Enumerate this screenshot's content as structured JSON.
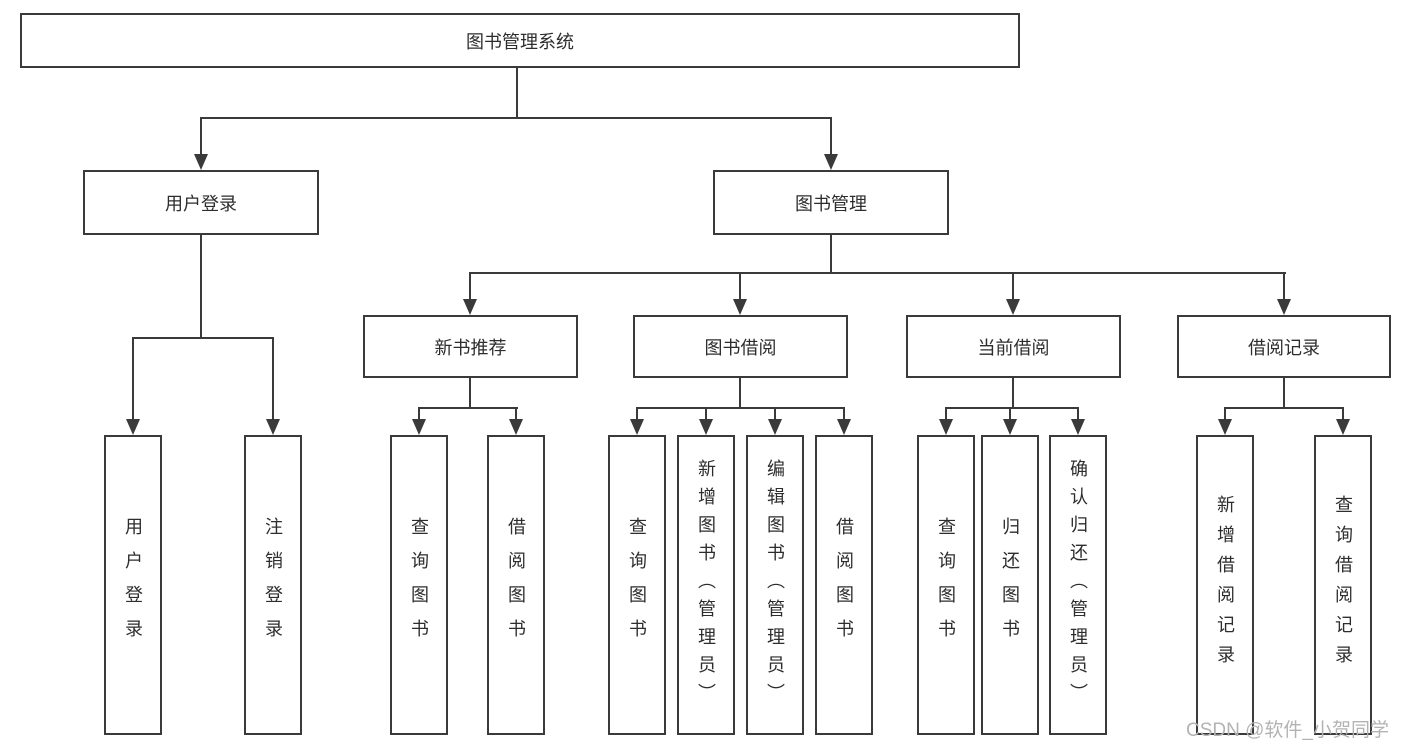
{
  "colors": {
    "line": "#3a3a3a",
    "border": "#3a3a3a",
    "text": "#2d2d2d",
    "watermark": "#b3b3b3",
    "background": "#ffffff"
  },
  "tree": {
    "root": {
      "label": "图书管理系统",
      "children": [
        {
          "label": "用户登录",
          "children": [
            {
              "label": "用户登录"
            },
            {
              "label": "注销登录"
            }
          ]
        },
        {
          "label": "图书管理",
          "children": [
            {
              "label": "新书推荐",
              "children": [
                {
                  "label": "查询图书"
                },
                {
                  "label": "借阅图书"
                }
              ]
            },
            {
              "label": "图书借阅",
              "children": [
                {
                  "label": "查询图书"
                },
                {
                  "label": "新增图书（管理员）"
                },
                {
                  "label": "编辑图书（管理员）"
                },
                {
                  "label": "借阅图书"
                }
              ]
            },
            {
              "label": "当前借阅",
              "children": [
                {
                  "label": "查询图书"
                },
                {
                  "label": "归还图书"
                },
                {
                  "label": "确认归还（管理员）"
                }
              ]
            },
            {
              "label": "借阅记录",
              "children": [
                {
                  "label": "新增借阅记录"
                },
                {
                  "label": "查询借阅记录"
                }
              ]
            }
          ]
        }
      ]
    }
  },
  "watermark": {
    "text": "CSDN @软件_小贺同学"
  }
}
